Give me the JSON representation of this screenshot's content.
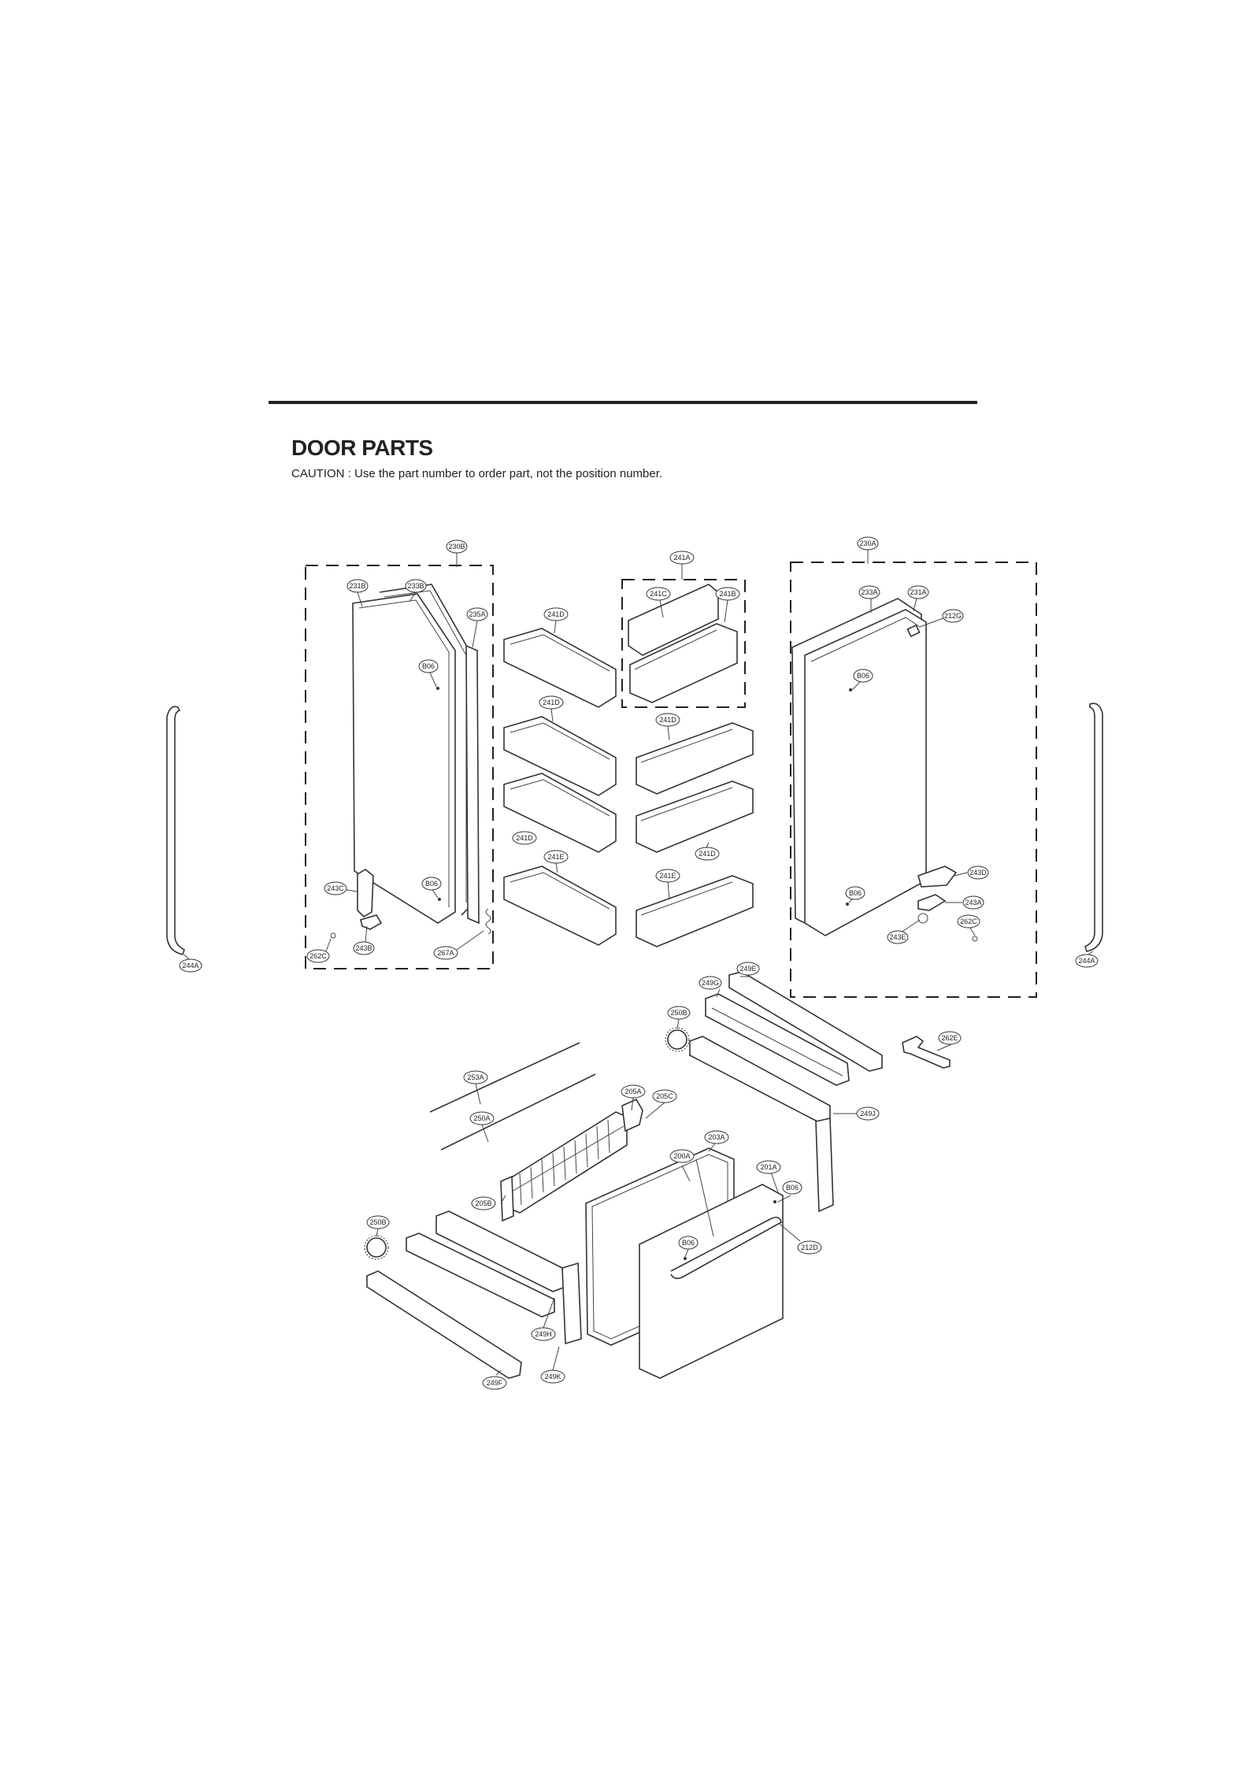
{
  "title": "DOOR PARTS",
  "caution": "CAUTION : Use the part number to order part, not the position number.",
  "labels": {
    "l230B": "230B",
    "l231B": "231B",
    "l233B": "233B",
    "l235A": "235A",
    "lB06_left": "B06",
    "lB06_left_low": "B06",
    "l243C": "243C",
    "l243B": "243B",
    "l262C_left": "262C",
    "l267A": "267A",
    "l244A_left": "244A",
    "l241A": "241A",
    "l241C": "241C",
    "l241B": "241B",
    "l241D_1": "241D",
    "l241D_2": "241D",
    "l241D_3": "241D",
    "l241D_4": "241D",
    "l241D_5": "241D",
    "l241E_1": "241E",
    "l241E_2": "241E",
    "l230A": "230A",
    "l233A": "233A",
    "l231A": "231A",
    "l212G": "212G",
    "lB06_right": "B06",
    "lB06_right_low": "B06",
    "l243D": "243D",
    "l243A": "243A",
    "l262C_right": "262C",
    "l243E": "243E",
    "l244A_right": "244A",
    "l249E": "249E",
    "l249G": "249G",
    "l250B_top": "250B",
    "l262E": "262E",
    "l249J": "249J",
    "l253A": "253A",
    "l250A": "250A",
    "l205A": "205A",
    "l205C": "205C",
    "l203A": "203A",
    "l200A": "200A",
    "l201A": "201A",
    "lB06_drawer": "B06",
    "lB06_drawer2": "B06",
    "l205B": "205B",
    "l250B_bot": "250B",
    "l212D": "212D",
    "l249H": "249H",
    "l249K": "249K",
    "l249F": "249F"
  }
}
